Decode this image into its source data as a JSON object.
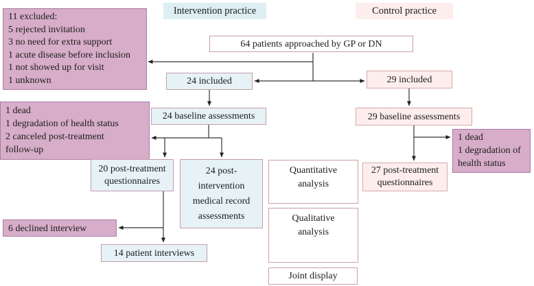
{
  "diagram": {
    "column_labels": {
      "intervention": "Intervention practice",
      "control": "Control practice"
    },
    "nodes": {
      "approached": "64 patients approached by GP or DN",
      "excluded": "11 excluded:\n5 rejected invitation\n3 no need for extra support\n1 acute disease before inclusion\n1 not showed up for visit\n1 unknown",
      "included_intervention": "24 included",
      "included_control": "29 included",
      "baseline_intervention": "24 baseline assessments",
      "baseline_control": "29 baseline assessments",
      "dropout_intervention": "1 dead\n1 degradation of health status\n2 canceled post-treatment\nfollow-up",
      "dropout_control": "1 dead\n1 degradation of\nhealth status",
      "post_questionnaires_intervention": "20 post-treatment\nquestionnaires",
      "post_medical_records": "24 post-\nintervention\nmedical record\nassessments",
      "post_questionnaires_control": "27 post-treatment\nquestionnaires",
      "declined_interview": "6 declined interview",
      "patient_interviews": "14 patient interviews",
      "quantitative_analysis": "Quantitative\nanalysis",
      "qualitative_analysis": "Qualitative\nanalysis",
      "joint_display": "Joint display"
    },
    "colors": {
      "mauve_fill": "#d7adc9",
      "mauve_border": "#a87da2",
      "blue_fill": "#e6f2f6",
      "pink_fill": "#fdeeed",
      "box_border": "#c79fa9",
      "intervention_label_bg": "#ddeff3",
      "control_label_bg": "#fdeeed",
      "line": "#333333",
      "text": "#1c1c1c"
    }
  }
}
